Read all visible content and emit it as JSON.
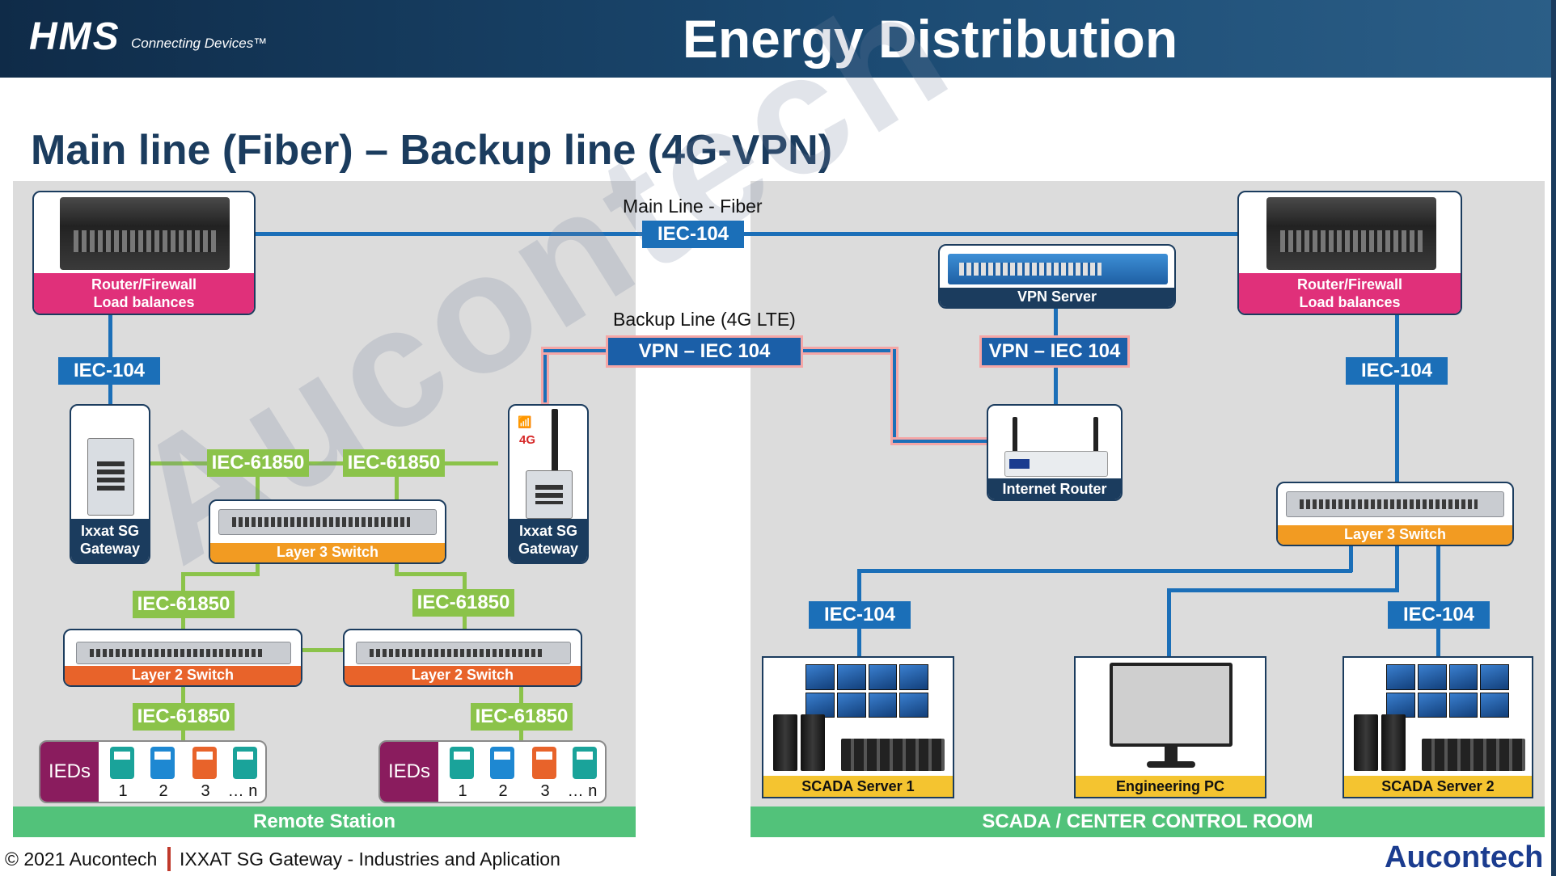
{
  "header": {
    "logo_mark": "HMS",
    "logo_tagline": "Connecting Devices™",
    "title": "Energy Distribution"
  },
  "subtitle": "Main line (Fiber) – Backup line (4G-VPN)",
  "watermark": "Aucontech",
  "links": {
    "main_line_caption": "Main Line - Fiber",
    "main_line_protocol": "IEC-104",
    "backup_line_caption": "Backup Line (4G LTE)",
    "backup_vpn_left": "VPN – IEC 104",
    "backup_vpn_right": "VPN – IEC 104"
  },
  "remote_station": {
    "section_label": "Remote Station",
    "router": {
      "line1": "Router/Firewall",
      "line2": "Load balances"
    },
    "router_link": "IEC-104",
    "gateway_main": {
      "line1": "Ixxat SG",
      "line2": "Gateway"
    },
    "gateway_4g": {
      "line1": "Ixxat SG",
      "line2": "Gateway",
      "badge": "4G"
    },
    "gw_link_left": "IEC-61850",
    "gw_link_right": "IEC-61850",
    "l3_switch": "Layer 3 Switch",
    "l3_link_left": "IEC-61850",
    "l3_link_right": "IEC-61850",
    "l2_switch_left": "Layer 2 Switch",
    "l2_switch_right": "Layer 2 Switch",
    "l2_link_left": "IEC-61850",
    "l2_link_right": "IEC-61850",
    "ieds_left": {
      "label": "IEDs",
      "numbers": [
        "1",
        "2",
        "3",
        "… n"
      ]
    },
    "ieds_right": {
      "label": "IEDs",
      "numbers": [
        "1",
        "2",
        "3",
        "… n"
      ]
    }
  },
  "control_room": {
    "section_label": "SCADA / CENTER CONTROL ROOM",
    "vpn_server": "VPN Server",
    "internet_router": "Internet Router",
    "router": {
      "line1": "Router/Firewall",
      "line2": "Load balances"
    },
    "router_link": "IEC-104",
    "l3_switch": "Layer 3 Switch",
    "scada1_link": "IEC-104",
    "scada2_link": "IEC-104",
    "scada1": "SCADA Server 1",
    "engineering_pc": "Engineering PC",
    "scada2": "SCADA Server 2"
  },
  "footer": {
    "copyright": "© 2021 Aucontech",
    "description": "IXXAT SG Gateway - Industries and Aplication",
    "brand": "Aucontech"
  },
  "colors": {
    "header_bg": "#1b4a72",
    "title_blue": "#1b3c5e",
    "link_blue": "#1b6fb8",
    "link_green": "#8bc34a",
    "caption_pink": "#e0307a",
    "caption_orange": "#f29b22",
    "caption_yellow": "#f4c430",
    "section_green": "#52c27a",
    "ied_purple": "#8a1c5e"
  }
}
